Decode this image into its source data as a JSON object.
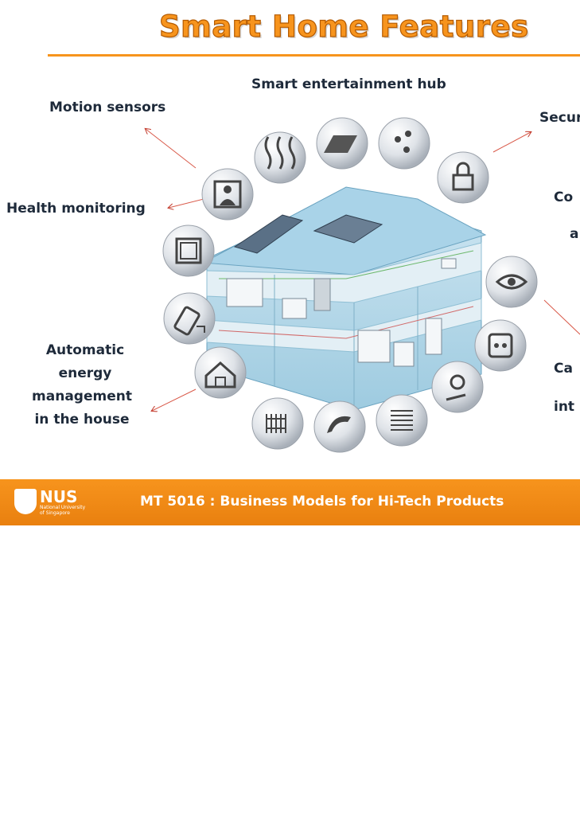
{
  "slide": {
    "title": "Smart Home Features",
    "labels": {
      "entertainment": "Smart entertainment hub",
      "motion": "Motion sensors",
      "security": "Secur",
      "health": "Health monitoring",
      "control_1": "Co",
      "control_2": "a",
      "energy_1": "Automatic",
      "energy_2": "energy",
      "energy_3": "management",
      "energy_4": "in the house",
      "camera_1": "Ca",
      "camera_2": "int"
    },
    "icons": [
      "heating-icon",
      "solar-panel-icon",
      "water-drop-icon",
      "lock-icon",
      "person-icon",
      "window-icon",
      "eye-icon",
      "remote-ir-icon",
      "socket-icon",
      "house-icon",
      "lightbulb-icon",
      "radiator-icon",
      "phone-icon",
      "blinds-icon"
    ]
  },
  "footer": {
    "course": "MT 5016 : Business Models for Hi-Tech Products",
    "logo_text": "NUS",
    "logo_subtext": "National University\nof Singapore",
    "color": "#f7941d"
  }
}
